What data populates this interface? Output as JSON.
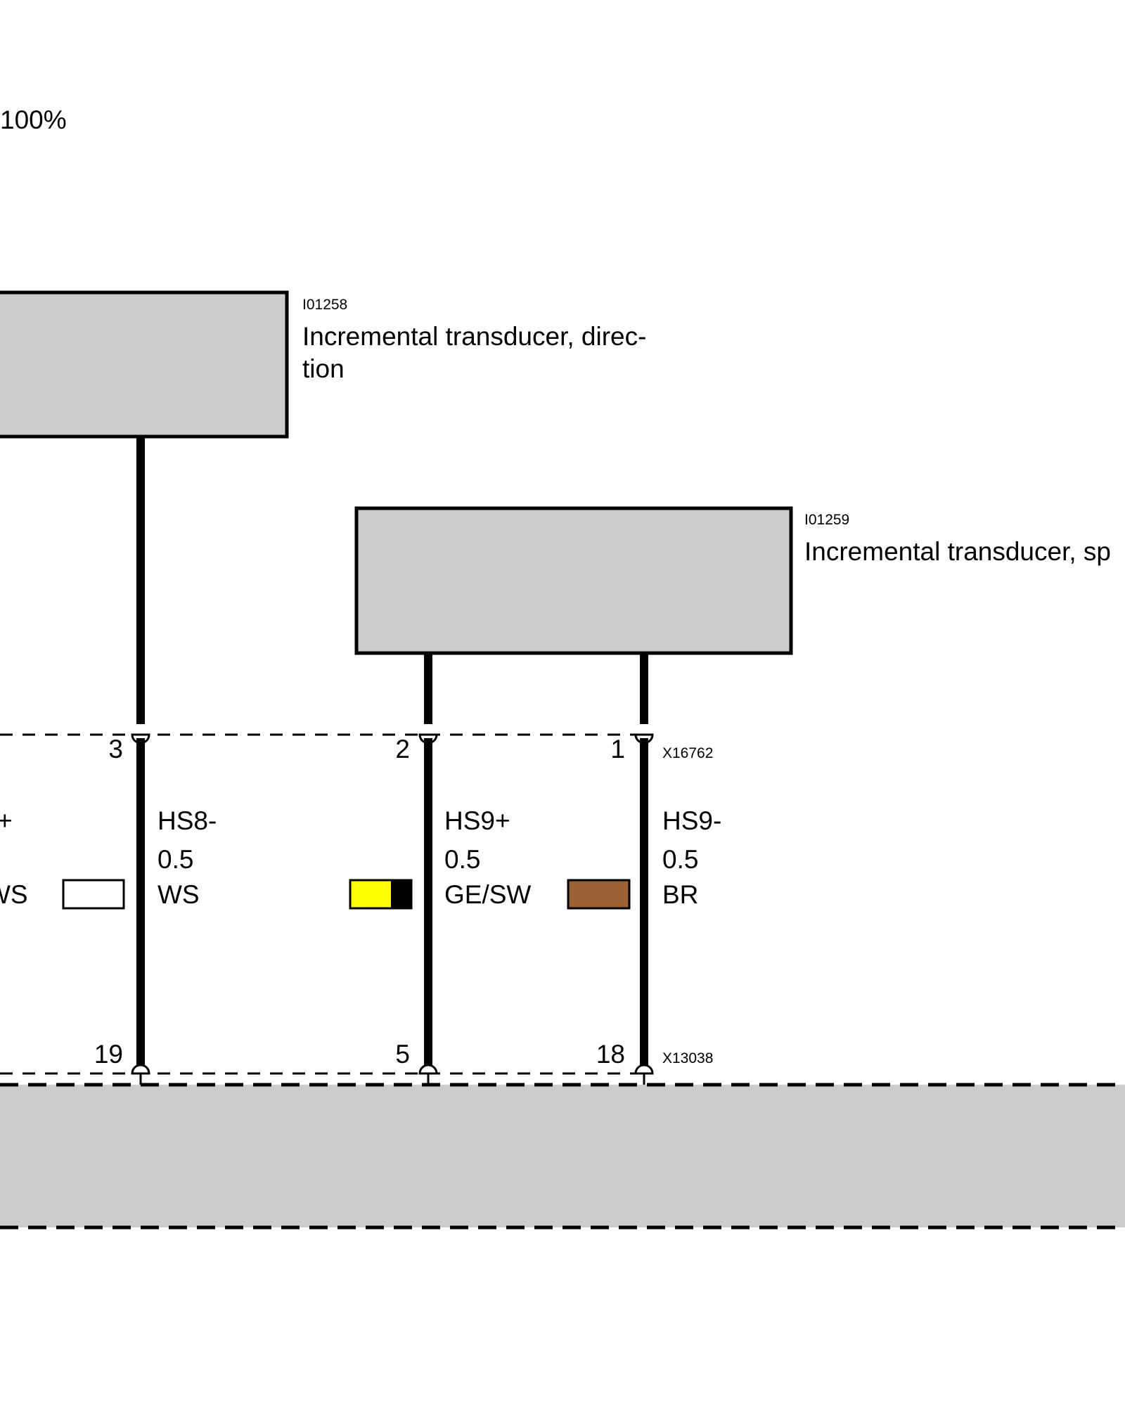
{
  "page_label": "100%",
  "components": {
    "direction_transducer": {
      "id": "I01258",
      "title_line1": "Incremental transducer, direc-",
      "title_line2": "tion"
    },
    "speed_transducer": {
      "id": "I01259",
      "title_line1": "Incremental transducer, sp"
    }
  },
  "connectors": {
    "upper": {
      "id": "X16762",
      "pins": [
        "3",
        "2",
        "1"
      ]
    },
    "lower": {
      "id": "X13038",
      "pins": [
        "19",
        "5",
        "18"
      ]
    }
  },
  "wires": [
    {
      "signal": "HS8-",
      "size": "0.5",
      "color_code": "WS",
      "colors": [
        "#ffffff"
      ]
    },
    {
      "signal": "HS9+",
      "size": "0.5",
      "color_code": "GE/SW",
      "colors": [
        "#ffff00",
        "#000000"
      ]
    },
    {
      "signal": "HS9-",
      "size": "0.5",
      "color_code": "BR",
      "colors": [
        "#9b6234"
      ]
    }
  ],
  "partial_left_wire": {
    "signal_fragment": "+",
    "color_code_fragment": "WS"
  },
  "colors": {
    "component_fill": "#cccccc",
    "line": "#000000",
    "background": "#ffffff"
  }
}
